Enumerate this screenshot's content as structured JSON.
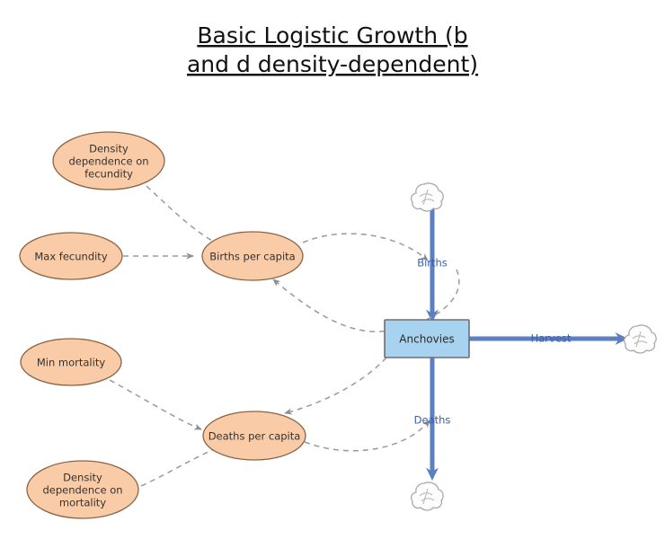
{
  "title": {
    "line1": "Basic Logistic Growth (b",
    "line2": "and d density-dependent)"
  },
  "diagram": {
    "type": "stock-and-flow",
    "stock": {
      "name": "Anchovies",
      "fill": "#a7d2f0",
      "border": "#6f6f6f"
    },
    "auxiliaries": [
      {
        "id": "density-dependence-fecundity",
        "label_line1": "Density",
        "label_line2": "dependence on",
        "label_line3": "fecundity"
      },
      {
        "id": "max-fecundity",
        "label_line1": "Max fecundity",
        "label_line2": "",
        "label_line3": ""
      },
      {
        "id": "births-per-capita",
        "label_line1": "Births per capita",
        "label_line2": "",
        "label_line3": ""
      },
      {
        "id": "min-mortality",
        "label_line1": "Min mortality",
        "label_line2": "",
        "label_line3": ""
      },
      {
        "id": "deaths-per-capita",
        "label_line1": "Deaths per capita",
        "label_line2": "",
        "label_line3": ""
      },
      {
        "id": "density-dependence-mortality",
        "label_line1": "Density",
        "label_line2": "dependence on",
        "label_line3": "mortality"
      }
    ],
    "flows": [
      {
        "id": "births",
        "label": "Births",
        "direction": "into-stock",
        "orientation": "vertical-down"
      },
      {
        "id": "deaths",
        "label": "Deaths",
        "direction": "out-of-stock",
        "orientation": "vertical-down"
      },
      {
        "id": "harvest",
        "label": "Harvest",
        "direction": "out-of-stock",
        "orientation": "horizontal-right"
      }
    ],
    "clouds": [
      {
        "id": "cloud-source-births",
        "position": "top"
      },
      {
        "id": "cloud-sink-deaths",
        "position": "bottom"
      },
      {
        "id": "cloud-sink-harvest",
        "position": "right"
      }
    ],
    "causal_links": [
      {
        "from": "density-dependence-fecundity",
        "to": "births-per-capita"
      },
      {
        "from": "max-fecundity",
        "to": "births-per-capita"
      },
      {
        "from": "births-per-capita",
        "to": "births"
      },
      {
        "from": "anchovies",
        "to": "births-per-capita"
      },
      {
        "from": "min-mortality",
        "to": "deaths-per-capita"
      },
      {
        "from": "density-dependence-mortality",
        "to": "deaths-per-capita"
      },
      {
        "from": "deaths-per-capita",
        "to": "deaths"
      },
      {
        "from": "anchovies",
        "to": "deaths-per-capita"
      }
    ],
    "colors": {
      "aux_fill": "#f9cba6",
      "aux_border": "#8a6446",
      "flow_blue": "#5b7fc0",
      "link_gray": "#9a9a9a",
      "cloud_outline": "#a9a9a9"
    }
  }
}
